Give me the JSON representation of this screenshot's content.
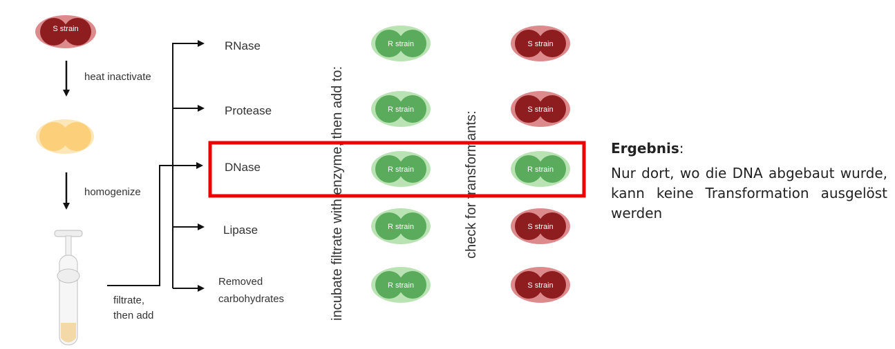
{
  "source_cell": "S strain",
  "steps": {
    "heat": "heat inactivate",
    "homogenize": "homogenize",
    "filtrate_line1": "filtrate,",
    "filtrate_line2": "then add"
  },
  "enzymes": [
    {
      "label": "RNase",
      "left": "R strain",
      "right": "S strain"
    },
    {
      "label": "Protease",
      "left": "R strain",
      "right": "S strain"
    },
    {
      "label": "DNase",
      "left": "R strain",
      "right": "R strain"
    },
    {
      "label": "Lipase",
      "left": "R strain",
      "right": "S strain"
    },
    {
      "label_lines": [
        "Removed",
        "carbohydrates"
      ],
      "left": "R strain",
      "right": "S strain"
    }
  ],
  "vertical_labels": {
    "incubate": "incubate filtrate with enzyme, then add to:",
    "check": "check for transformants:"
  },
  "result": {
    "heading": "Ergebnis",
    "heading_suffix": ":",
    "text": "Nur dort, wo die DNA abgebaut wurde, kann keine Transformation ausgelöst werden"
  },
  "colors": {
    "s_strain_outer": "#dd8a8c",
    "s_strain_inner": "#8e1d20",
    "r_strain_outer": "#b9e3b3",
    "r_strain_inner": "#5aab5c",
    "heat_cell_outer": "#fde6b7",
    "heat_cell_inner": "#fccf7a",
    "highlight": "#ee0000"
  }
}
